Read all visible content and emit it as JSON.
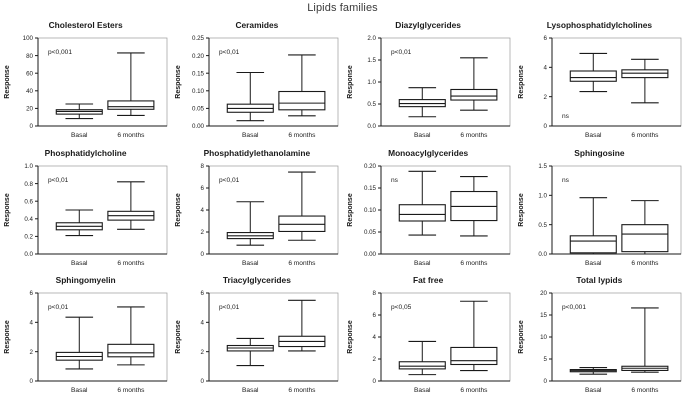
{
  "figure": {
    "title": "Lipids families",
    "y_axis_label": "Response",
    "categories": [
      "Basal",
      "6 months"
    ]
  },
  "chart_data": {
    "type": "box",
    "title": "Lipids families",
    "xlabel": "",
    "ylabel": "Response",
    "grid": false,
    "legend": "none",
    "panels": [
      {
        "title": "Cholesterol Esters",
        "annotation": "p<0,001",
        "annotation_pos": "top-left",
        "ylim": [
          0,
          100
        ],
        "yticks": [
          0,
          20,
          40,
          60,
          80,
          100
        ],
        "ytick_labels": [
          "0",
          "20",
          "40",
          "60",
          "80",
          "100"
        ],
        "categories": [
          "Basal",
          "6 months"
        ],
        "boxes": [
          {
            "name": "Basal",
            "whisker_low": 8.5,
            "q1": 13.5,
            "median": 16.5,
            "q3": 18.5,
            "whisker_high": 25.0
          },
          {
            "name": "6 months",
            "whisker_low": 12.0,
            "q1": 19.0,
            "median": 22.0,
            "q3": 28.5,
            "whisker_high": 83.0
          }
        ]
      },
      {
        "title": "Ceramides",
        "annotation": "p<0,01",
        "annotation_pos": "top-left",
        "ylim": [
          0.0,
          0.25
        ],
        "yticks": [
          0.0,
          0.05,
          0.1,
          0.15,
          0.2,
          0.25
        ],
        "ytick_labels": [
          "0.00",
          "0.05",
          "0.10",
          "0.15",
          "0.20",
          "0.25"
        ],
        "categories": [
          "Basal",
          "6 months"
        ],
        "boxes": [
          {
            "name": "Basal",
            "whisker_low": 0.015,
            "q1": 0.039,
            "median": 0.05,
            "q3": 0.062,
            "whisker_high": 0.152
          },
          {
            "name": "6 months",
            "whisker_low": 0.029,
            "q1": 0.046,
            "median": 0.065,
            "q3": 0.098,
            "whisker_high": 0.202
          }
        ]
      },
      {
        "title": "Diazylglycerides",
        "annotation": "p<0,01",
        "annotation_pos": "top-left",
        "ylim": [
          0.0,
          2.0
        ],
        "yticks": [
          0.0,
          0.5,
          1.0,
          1.5,
          2.0
        ],
        "ytick_labels": [
          "0.0",
          "0.5",
          "1.0",
          "1.5",
          "2.0"
        ],
        "categories": [
          "Basal",
          "6 months"
        ],
        "boxes": [
          {
            "name": "Basal",
            "whisker_low": 0.21,
            "q1": 0.44,
            "median": 0.51,
            "q3": 0.6,
            "whisker_high": 0.87
          },
          {
            "name": "6 months",
            "whisker_low": 0.36,
            "q1": 0.59,
            "median": 0.68,
            "q3": 0.83,
            "whisker_high": 1.55
          }
        ]
      },
      {
        "title": "Lysophosphatidylcholines",
        "annotation": "ns",
        "annotation_pos": "bottom-left",
        "ylim": [
          0,
          6
        ],
        "yticks": [
          0,
          2,
          4,
          6
        ],
        "ytick_labels": [
          "0",
          "2",
          "4",
          "6"
        ],
        "categories": [
          "Basal",
          "6 months"
        ],
        "boxes": [
          {
            "name": "Basal",
            "whisker_low": 2.35,
            "q1": 3.05,
            "median": 3.3,
            "q3": 3.75,
            "whisker_high": 4.95
          },
          {
            "name": "6 months",
            "whisker_low": 1.58,
            "q1": 3.3,
            "median": 3.6,
            "q3": 3.83,
            "whisker_high": 4.55
          }
        ]
      },
      {
        "title": "Phosphatidylcholine",
        "annotation": "p<0,01",
        "annotation_pos": "top-left",
        "ylim": [
          0.0,
          1.0
        ],
        "yticks": [
          0.0,
          0.2,
          0.4,
          0.6,
          0.8,
          1.0
        ],
        "ytick_labels": [
          "0.0",
          "0.2",
          "0.4",
          "0.6",
          "0.8",
          "1.0"
        ],
        "categories": [
          "Basal",
          "6 months"
        ],
        "boxes": [
          {
            "name": "Basal",
            "whisker_low": 0.21,
            "q1": 0.275,
            "median": 0.315,
            "q3": 0.355,
            "whisker_high": 0.5
          },
          {
            "name": "6 months",
            "whisker_low": 0.28,
            "q1": 0.385,
            "median": 0.435,
            "q3": 0.485,
            "whisker_high": 0.82
          }
        ]
      },
      {
        "title": "Phosphatidylethanolamine",
        "annotation": "p<0,01",
        "annotation_pos": "top-left",
        "ylim": [
          0,
          8
        ],
        "yticks": [
          0,
          2,
          4,
          6,
          8
        ],
        "ytick_labels": [
          "0",
          "2",
          "4",
          "6",
          "8"
        ],
        "categories": [
          "Basal",
          "6 months"
        ],
        "boxes": [
          {
            "name": "Basal",
            "whisker_low": 0.8,
            "q1": 1.4,
            "median": 1.65,
            "q3": 1.95,
            "whisker_high": 4.75
          },
          {
            "name": "6 months",
            "whisker_low": 1.25,
            "q1": 2.05,
            "median": 2.7,
            "q3": 3.45,
            "whisker_high": 7.45
          }
        ]
      },
      {
        "title": "Monoacylglycerides",
        "annotation": "ns",
        "annotation_pos": "top-left",
        "ylim": [
          0.0,
          0.2
        ],
        "yticks": [
          0.0,
          0.05,
          0.1,
          0.15,
          0.2
        ],
        "ytick_labels": [
          "0.00",
          "0.05",
          "0.10",
          "0.15",
          "0.20"
        ],
        "categories": [
          "Basal",
          "6 months"
        ],
        "boxes": [
          {
            "name": "Basal",
            "whisker_low": 0.043,
            "q1": 0.075,
            "median": 0.09,
            "q3": 0.112,
            "whisker_high": 0.188
          },
          {
            "name": "6 months",
            "whisker_low": 0.041,
            "q1": 0.076,
            "median": 0.108,
            "q3": 0.142,
            "whisker_high": 0.176
          }
        ]
      },
      {
        "title": "Sphingosine",
        "annotation": "ns",
        "annotation_pos": "top-left",
        "ylim": [
          0.0,
          1.5
        ],
        "yticks": [
          0.0,
          0.5,
          1.0,
          1.5
        ],
        "ytick_labels": [
          "0.0",
          "0.5",
          "1.0",
          "1.5"
        ],
        "categories": [
          "Basal",
          "6 months"
        ],
        "boxes": [
          {
            "name": "Basal",
            "whisker_low": 0.0,
            "q1": 0.02,
            "median": 0.22,
            "q3": 0.31,
            "whisker_high": 0.96
          },
          {
            "name": "6 months",
            "whisker_low": 0.0,
            "q1": 0.04,
            "median": 0.34,
            "q3": 0.5,
            "whisker_high": 0.91
          }
        ]
      },
      {
        "title": "Sphingomyelin",
        "annotation": "p<0,01",
        "annotation_pos": "top-left",
        "ylim": [
          0,
          6
        ],
        "yticks": [
          0,
          2,
          4,
          6
        ],
        "ytick_labels": [
          "0",
          "2",
          "4",
          "6"
        ],
        "categories": [
          "Basal",
          "6 months"
        ],
        "boxes": [
          {
            "name": "Basal",
            "whisker_low": 0.82,
            "q1": 1.42,
            "median": 1.67,
            "q3": 1.95,
            "whisker_high": 4.35
          },
          {
            "name": "6 months",
            "whisker_low": 1.1,
            "q1": 1.65,
            "median": 1.92,
            "q3": 2.5,
            "whisker_high": 5.05
          }
        ]
      },
      {
        "title": "Triacylglycerides",
        "annotation": "p<0,01",
        "annotation_pos": "top-left",
        "ylim": [
          0,
          6
        ],
        "yticks": [
          0,
          2,
          4,
          6
        ],
        "ytick_labels": [
          "0",
          "2",
          "4",
          "6"
        ],
        "categories": [
          "Basal",
          "6 months"
        ],
        "boxes": [
          {
            "name": "Basal",
            "whisker_low": 1.05,
            "q1": 2.05,
            "median": 2.25,
            "q3": 2.42,
            "whisker_high": 2.9
          },
          {
            "name": "6 months",
            "whisker_low": 2.05,
            "q1": 2.35,
            "median": 2.7,
            "q3": 3.05,
            "whisker_high": 5.5
          }
        ]
      },
      {
        "title": "Fat free",
        "annotation": "p<0,05",
        "annotation_pos": "top-left",
        "ylim": [
          0,
          8
        ],
        "yticks": [
          0,
          2,
          4,
          6,
          8
        ],
        "ytick_labels": [
          "0",
          "2",
          "4",
          "6",
          "8"
        ],
        "categories": [
          "Basal",
          "6 months"
        ],
        "boxes": [
          {
            "name": "Basal",
            "whisker_low": 0.58,
            "q1": 1.1,
            "median": 1.35,
            "q3": 1.75,
            "whisker_high": 3.6
          },
          {
            "name": "6 months",
            "whisker_low": 0.95,
            "q1": 1.5,
            "median": 1.85,
            "q3": 3.05,
            "whisker_high": 7.25
          }
        ]
      },
      {
        "title": "Total lypids",
        "annotation": "p<0,001",
        "annotation_pos": "top-left",
        "ylim": [
          0,
          20
        ],
        "yticks": [
          0,
          5,
          10,
          15,
          20
        ],
        "ytick_labels": [
          "0",
          "5",
          "10",
          "15",
          "20"
        ],
        "categories": [
          "Basal",
          "6 months"
        ],
        "boxes": [
          {
            "name": "Basal",
            "whisker_low": 1.55,
            "q1": 2.1,
            "median": 2.35,
            "q3": 2.6,
            "whisker_high": 3.05
          },
          {
            "name": "6 months",
            "whisker_low": 2.0,
            "q1": 2.4,
            "median": 2.9,
            "q3": 3.35,
            "whisker_high": 16.6
          }
        ]
      }
    ]
  }
}
